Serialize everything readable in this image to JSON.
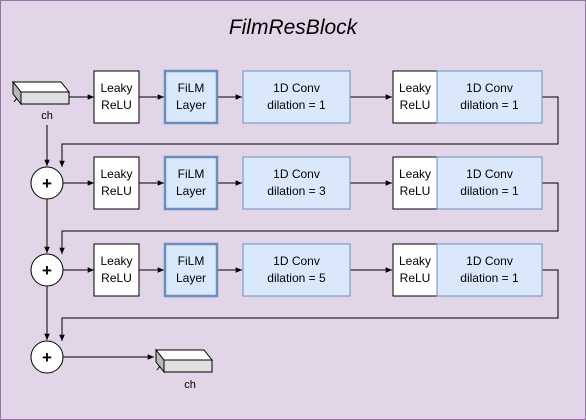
{
  "title": "FilmResBlock",
  "input_label": "ch",
  "output_label": "ch",
  "plus_symbol": "+",
  "rows": [
    {
      "act1": [
        "Leaky",
        "ReLU"
      ],
      "film": [
        "FiLM",
        "Layer"
      ],
      "conv1": [
        "1D Conv",
        "dilation = 1"
      ],
      "act2": [
        "Leaky",
        "ReLU"
      ],
      "conv2": [
        "1D Conv",
        "dilation = 1"
      ]
    },
    {
      "act1": [
        "Leaky",
        "ReLU"
      ],
      "film": [
        "FiLM",
        "Layer"
      ],
      "conv1": [
        "1D Conv",
        "dilation = 3"
      ],
      "act2": [
        "Leaky",
        "ReLU"
      ],
      "conv2": [
        "1D Conv",
        "dilation = 1"
      ]
    },
    {
      "act1": [
        "Leaky",
        "ReLU"
      ],
      "film": [
        "FiLM",
        "Layer"
      ],
      "conv1": [
        "1D Conv",
        "dilation = 5"
      ],
      "act2": [
        "Leaky",
        "ReLU"
      ],
      "conv2": [
        "1D Conv",
        "dilation = 1"
      ]
    }
  ],
  "colors": {
    "background": "#e1d5e7",
    "frame": "#9673a6",
    "conv_fill": "#dae8fc",
    "conv_stroke": "#6c8ebf",
    "box_fill": "#ffffff"
  }
}
